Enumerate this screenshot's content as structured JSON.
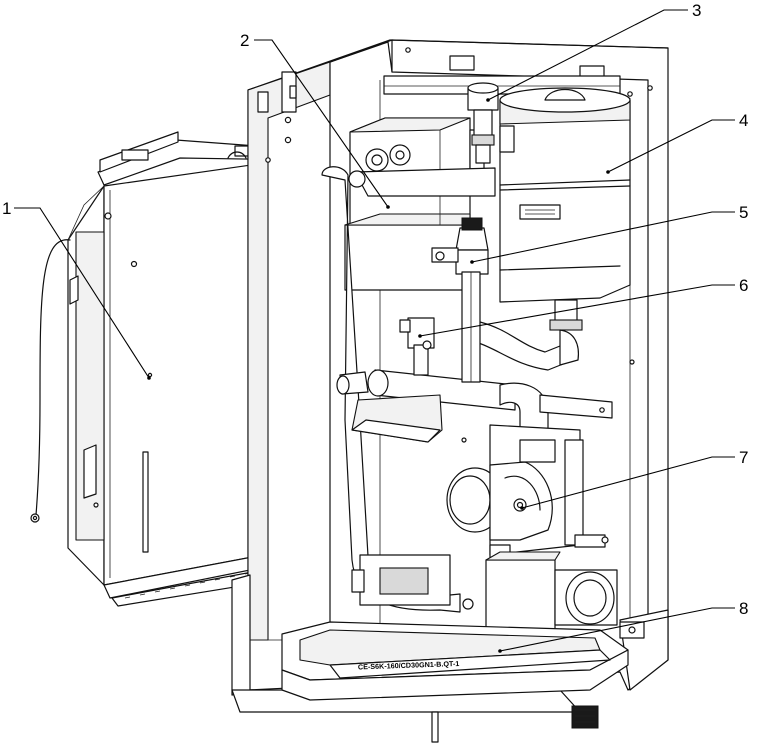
{
  "callouts": [
    {
      "id": "1",
      "label": "1"
    },
    {
      "id": "2",
      "label": "2"
    },
    {
      "id": "3",
      "label": "3"
    },
    {
      "id": "4",
      "label": "4"
    },
    {
      "id": "5",
      "label": "5"
    },
    {
      "id": "6",
      "label": "6"
    },
    {
      "id": "7",
      "label": "7"
    },
    {
      "id": "8",
      "label": "8"
    }
  ],
  "base_model_label": "CE-S6K-160/CD30GN1-B.QT-1"
}
